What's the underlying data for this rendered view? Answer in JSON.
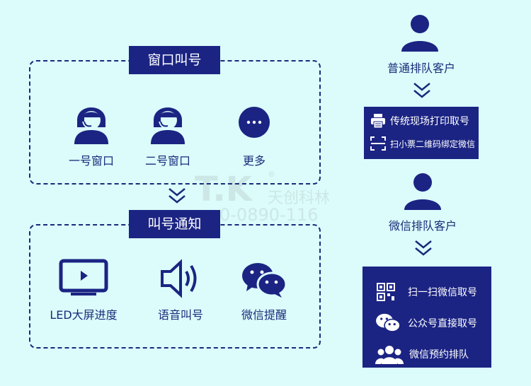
{
  "left": {
    "call": {
      "title": "窗口叫号",
      "items": [
        {
          "label": "一号窗口"
        },
        {
          "label": "二号窗口"
        },
        {
          "label": "更多"
        }
      ]
    },
    "notify": {
      "title": "叫号通知",
      "items": [
        {
          "label": "LED大屏进度"
        },
        {
          "label": "语音叫号"
        },
        {
          "label": "微信提醒"
        }
      ]
    }
  },
  "right": {
    "normal": {
      "label": "普通排队客户",
      "options": [
        {
          "label": "传统现场打印取号",
          "icon": "printer-icon"
        },
        {
          "label": "扫小票二维码绑定微信",
          "icon": "scan-icon"
        }
      ]
    },
    "wechat": {
      "label": "微信排队客户",
      "options": [
        {
          "label": "扫一扫微信取号",
          "icon": "qrcode-icon"
        },
        {
          "label": "公众号直接取号",
          "icon": "wechat-icon"
        },
        {
          "label": "微信预约排队",
          "icon": "group-icon"
        }
      ]
    }
  },
  "watermark": {
    "brand": "T.K",
    "reg": "®",
    "name": "天创科林",
    "phone": "0-0890-116"
  }
}
